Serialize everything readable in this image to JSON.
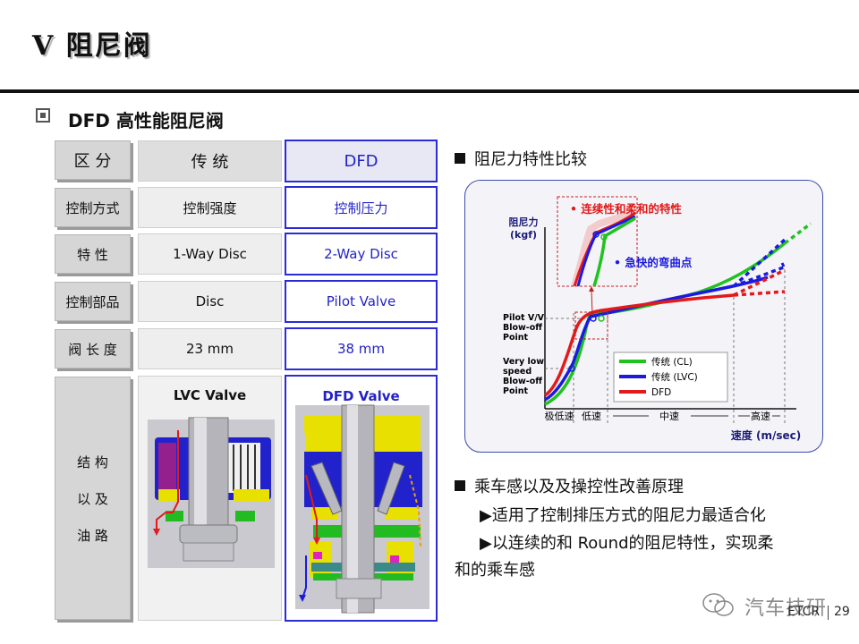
{
  "title": "V  阻尼阀",
  "subtitle": "DFD 高性能阻尼阀",
  "table": {
    "headers": [
      "区    分",
      "传      统",
      "DFD"
    ],
    "rows": [
      {
        "label": "控制方式",
        "traditional": "控制强度",
        "dfd": "控制压力"
      },
      {
        "label": "特    性",
        "traditional": "1-Way Disc",
        "dfd": "2-Way Disc"
      },
      {
        "label": "控制部品",
        "traditional": "Disc",
        "dfd": "Pilot Valve"
      },
      {
        "label": "阀 长 度",
        "traditional": "23 mm",
        "dfd": "38 mm"
      }
    ],
    "structure_label": [
      "结    构",
      "以    及",
      "油    路"
    ],
    "lvc_title": "LVC Valve",
    "dfd_title": "DFD Valve"
  },
  "right": {
    "heading1": "阻尼力特性比较",
    "heading2": "乘车感以及及操控性改善原理",
    "point1": "▶适用了控制排压方式的阻尼力最适合化",
    "point2": "▶以连续的和 Round的阻尼特性，实现柔",
    "point2_cont": "和的乘车感"
  },
  "chart_data": {
    "type": "line",
    "ylabel_line1": "阻尼力",
    "ylabel_line2": "(kgf)",
    "xlabel": "速度 (m/sec)",
    "x_zones": [
      "极低速",
      "低速",
      "中速",
      "高速"
    ],
    "annotations": {
      "continuous": "• 连续性和柔和的特性",
      "knee": "• 急快的弯曲点",
      "pilot_line1": "Pilot V/V",
      "pilot_line2": "Blow-off",
      "pilot_line3": "Point",
      "vlow_line1": "Very low",
      "vlow_line2": "speed",
      "vlow_line3": "Blow-off",
      "vlow_line4": "Point"
    },
    "series": [
      {
        "name": "传统 (CL)",
        "color": "#1fc21f"
      },
      {
        "name": "传统 (LVC)",
        "color": "#1a1ae0"
      },
      {
        "name": "DFD",
        "color": "#e21a1a"
      }
    ]
  },
  "footer": {
    "watermark": "汽车技研",
    "page": "29",
    "brand": "ETCR"
  }
}
